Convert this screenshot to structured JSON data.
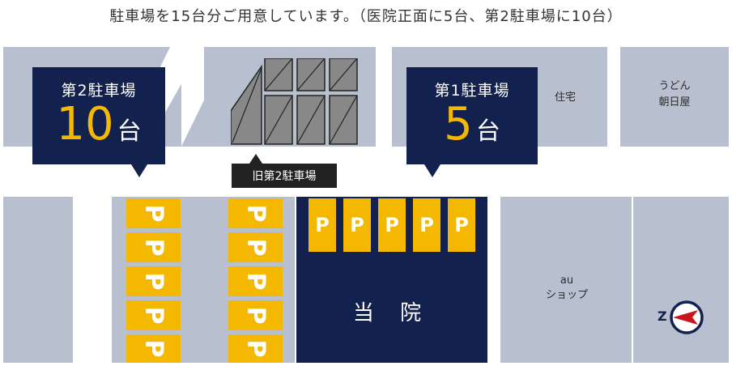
{
  "caption": "駐車場を15台分ご用意しています。（医院正面に5台、第2駐車場に10台）",
  "callout_lot2": {
    "title": "第2駐車場",
    "count": "10",
    "unit": "台"
  },
  "callout_lot1": {
    "title": "第1駐車場",
    "count": "5",
    "unit": "台"
  },
  "old_lot_label": "旧第2駐車場",
  "hospital_label": "当 院",
  "residence_label": "住宅",
  "udon_label_line1": "うどん",
  "udon_label_line2": "朝日屋",
  "au_label_line1": "au",
  "au_label_line2": "ショップ",
  "parking_symbol": "P",
  "compass_letter": "Z",
  "colors": {
    "navy": "#13214f",
    "yellow": "#f5b800",
    "block": "#b8c0d0",
    "compass_red": "#c8161e"
  }
}
